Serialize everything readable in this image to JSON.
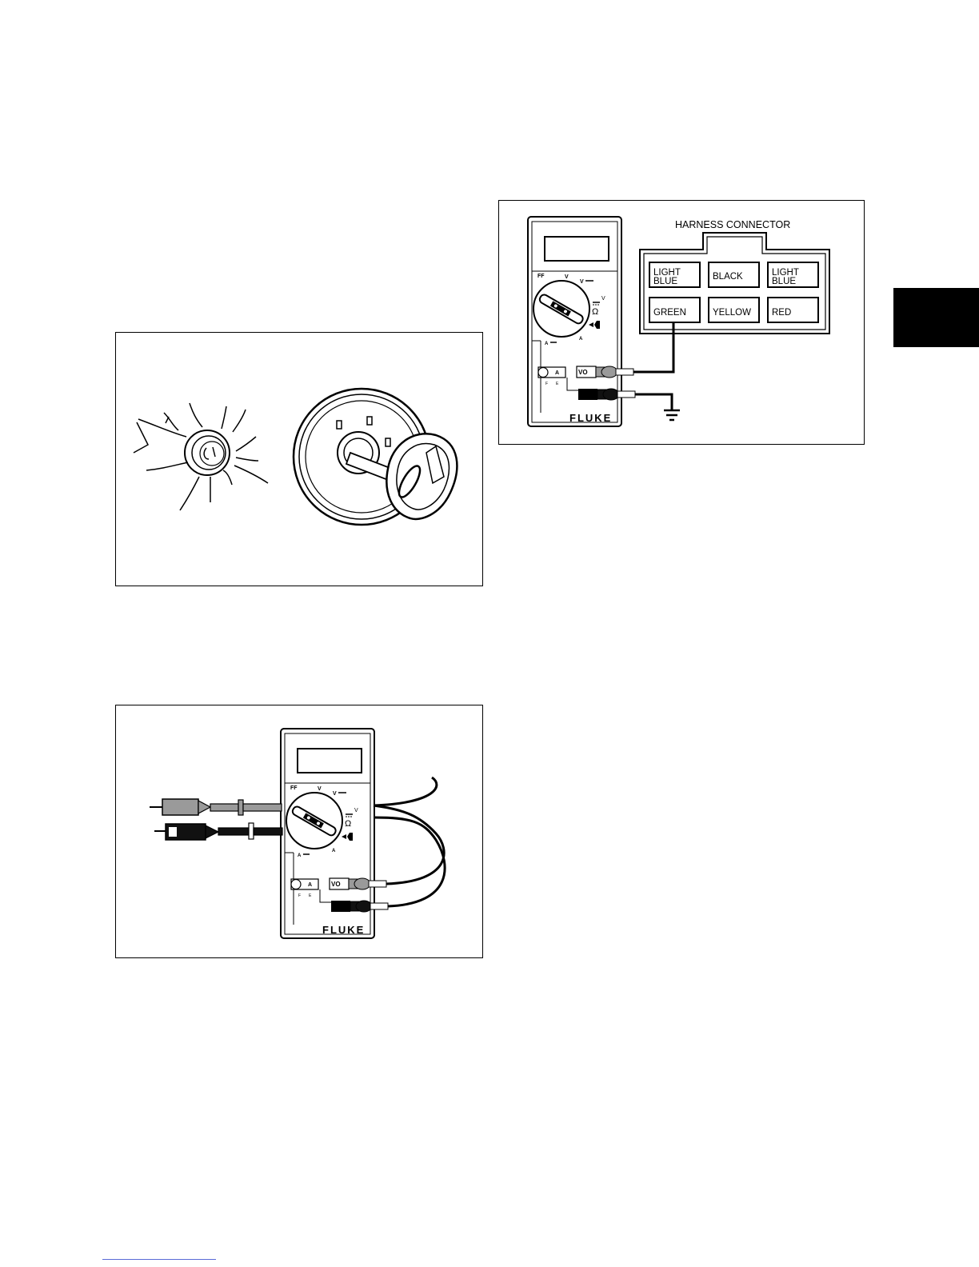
{
  "harness_figure": {
    "title": "HARNESS CONNECTOR",
    "cells": {
      "top_left_line1": "LIGHT",
      "top_left_line2": "BLUE",
      "top_middle": "BLACK",
      "top_right_line1": "LIGHT",
      "top_right_line2": "BLUE",
      "bottom_left": "GREEN",
      "bottom_middle": "YELLOW",
      "bottom_right": "RED"
    }
  },
  "meter": {
    "brand": "FLUKE",
    "label_ff": "FF",
    "label_v": "V",
    "label_vdc": "V",
    "label_v_small": "V",
    "label_ohm": "Ω",
    "label_adc": "A",
    "label_a": "A",
    "jack_a": "A",
    "jack_vo": "VO",
    "label_f": "F",
    "label_e": "E"
  },
  "icons": {
    "ground": "ground-symbol-icon",
    "ignition": "ignition-switch-icon",
    "key": "key-icon"
  },
  "colors": {
    "probe_gray": "#9a9a9a",
    "probe_black": "#111111",
    "tab": "#000000",
    "footer_link": "#5a6bd6"
  }
}
